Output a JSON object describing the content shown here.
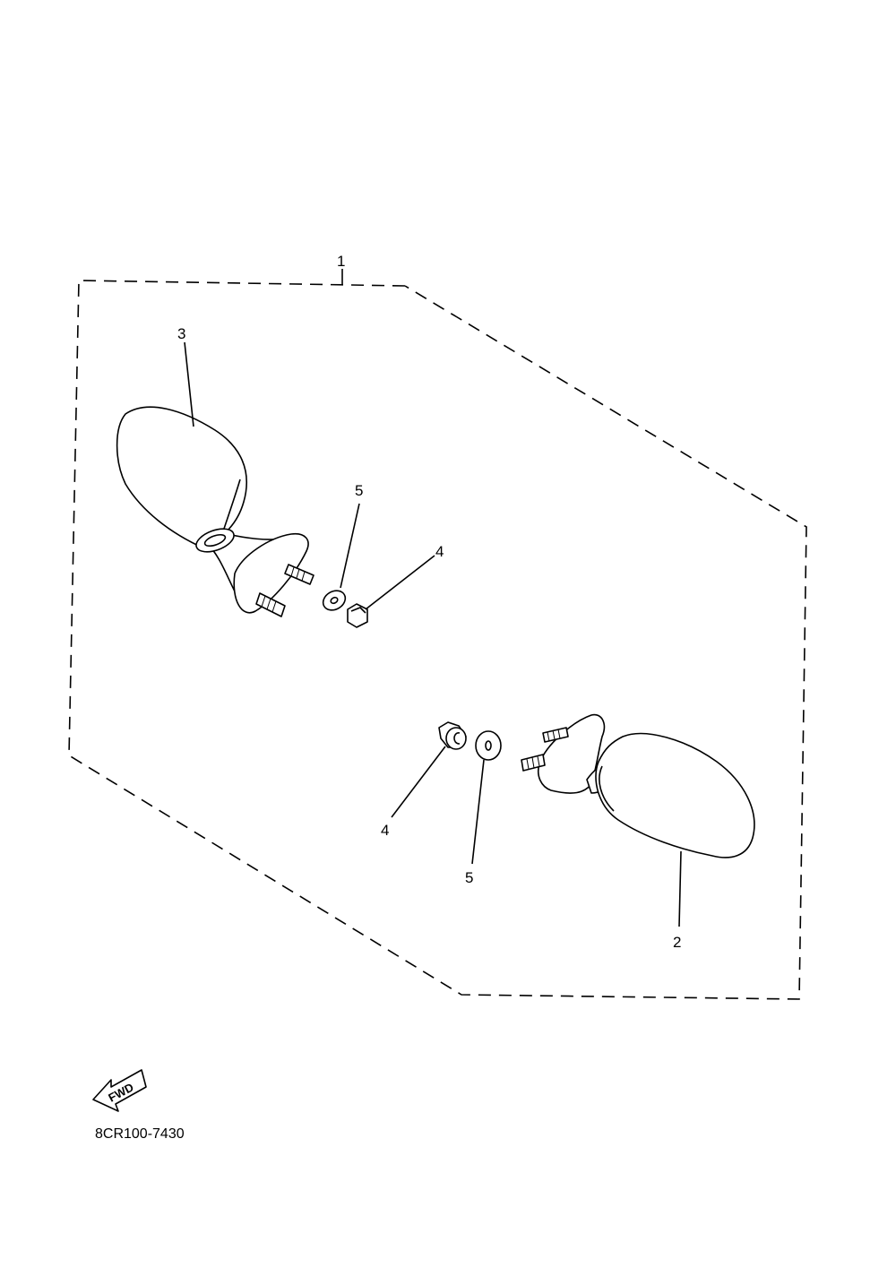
{
  "callouts": {
    "assembly": "1",
    "mirror_right": "2",
    "mirror_left": "3",
    "nut_upper": "4",
    "washer_upper": "5",
    "nut_lower": "4",
    "washer_lower": "5"
  },
  "direction_indicator": {
    "label": "FWD",
    "icon": "forward-arrow-icon"
  },
  "drawing_code": "8CR100-7430"
}
